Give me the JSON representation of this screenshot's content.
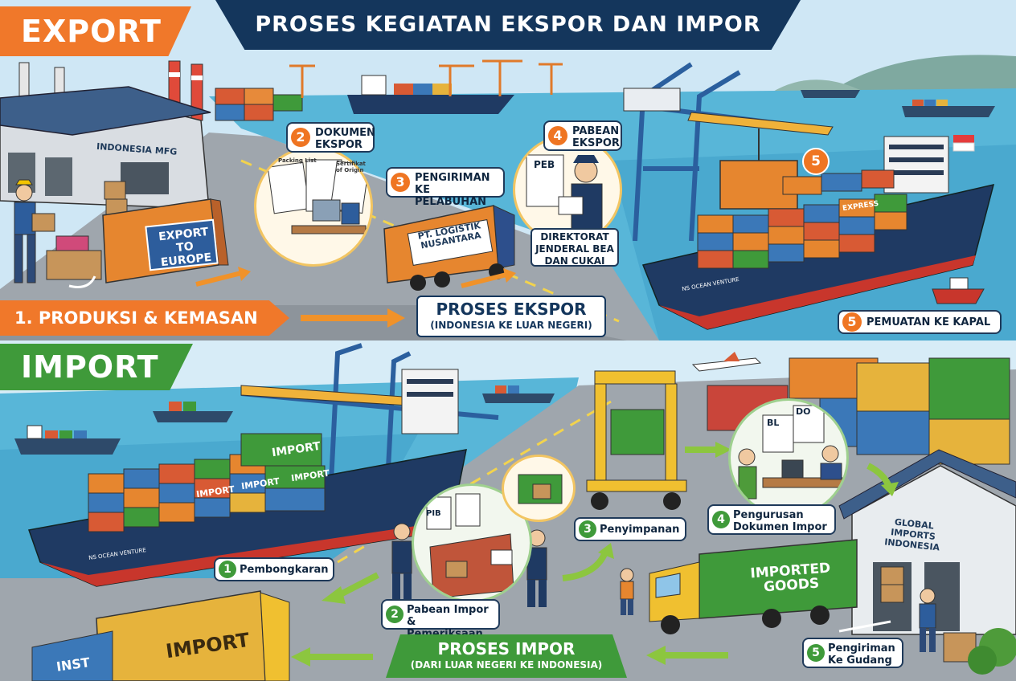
{
  "title": "PROSES KEGIATAN EKSPOR DAN IMPOR",
  "export": {
    "tag": "EXPORT",
    "factory_sign": "INDONESIA MFG",
    "container_label": "EXPORT TO EUROPE",
    "truck_label": "PT. LOGISTIK NUSANTARA",
    "ship_name": "NS OCEAN VENTURE",
    "ship_side_label": "EXPRESS",
    "docs": [
      "Packing List",
      "Sertifikat of Origin"
    ],
    "peb_label": "PEB",
    "authority": "DIREKTORAT JENDERAL BEA DAN CUKAI",
    "steps": [
      {
        "num": "1.",
        "label": "PRODUKSI & KEMASAN"
      },
      {
        "num": "2",
        "label": "DOKUMEN EKSPOR"
      },
      {
        "num": "3",
        "label": "PENGIRIMAN KE PELABUHAN"
      },
      {
        "num": "4",
        "label": "PABEAN EKSPOR"
      },
      {
        "num": "5",
        "label": "PEMUATAN KE KAPAL"
      }
    ],
    "process_title": "PROSES EKSPOR",
    "process_subtitle": "(INDONESIA KE LUAR NEGERI)"
  },
  "import": {
    "tag": "IMPORT",
    "ship_name": "NS OCEAN VENTURE",
    "container_labels": [
      "IMPORT",
      "IMPORT",
      "IMPORT",
      "IMPORT"
    ],
    "doc_labels": [
      "PIB",
      "BL",
      "DO"
    ],
    "warehouse_sign": "GLOBAL IMPORTS INDONESIA",
    "truck_label": "IMPORTED GOODS",
    "front_truck_label": "IMPORT",
    "front_container_label": "INST",
    "steps": [
      {
        "num": "1",
        "label": "Pembongkaran"
      },
      {
        "num": "2",
        "label": "Pabean Impor & Pemeriksaan"
      },
      {
        "num": "3",
        "label": "Penyimpanan"
      },
      {
        "num": "4",
        "label": "Pengurusan Dokumen Impor"
      },
      {
        "num": "5",
        "label": "Pengiriman Ke Gudang"
      }
    ],
    "process_title": "PROSES IMPOR",
    "process_subtitle": "(DARI LUAR NEGERI KE INDONESIA)"
  },
  "colors": {
    "export_accent": "#f0782a",
    "import_accent": "#3f9a3a",
    "title_navy": "#14365c",
    "sea": "#58b6d8"
  }
}
